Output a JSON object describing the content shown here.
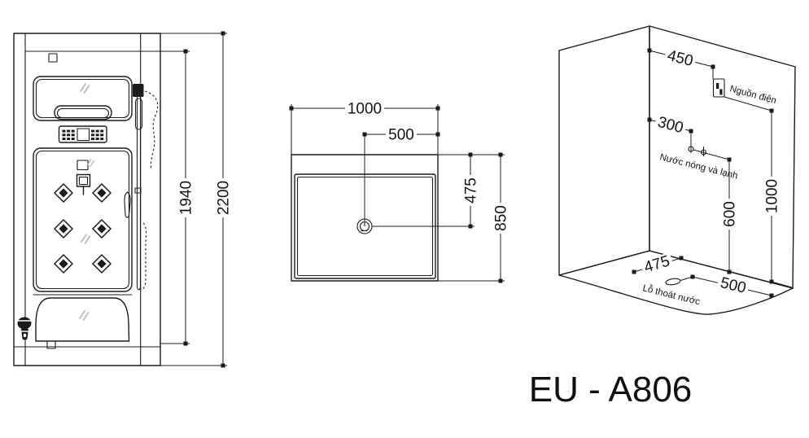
{
  "model_code": "EU - A806",
  "colors": {
    "line": "#1b1b1b",
    "glass_mark": "#b5b5b5",
    "background": "#ffffff"
  },
  "front_view": {
    "dims": {
      "inner_height": "1940",
      "total_height": "2200"
    }
  },
  "plan_view": {
    "dims": {
      "width": "1000",
      "drain_from_right": "500",
      "drain_from_back": "475",
      "depth": "850"
    }
  },
  "iso_view": {
    "dims": {
      "power_from_corner": "450",
      "power_height": "1000",
      "water_from_corner": "300",
      "water_height": "600",
      "drain_from_left": "475",
      "drain_from_right": "500"
    },
    "labels": {
      "power": "Nguồn điện",
      "water": "Nước nóng và lạnh",
      "drain": "Lỗ thoát nước"
    }
  }
}
